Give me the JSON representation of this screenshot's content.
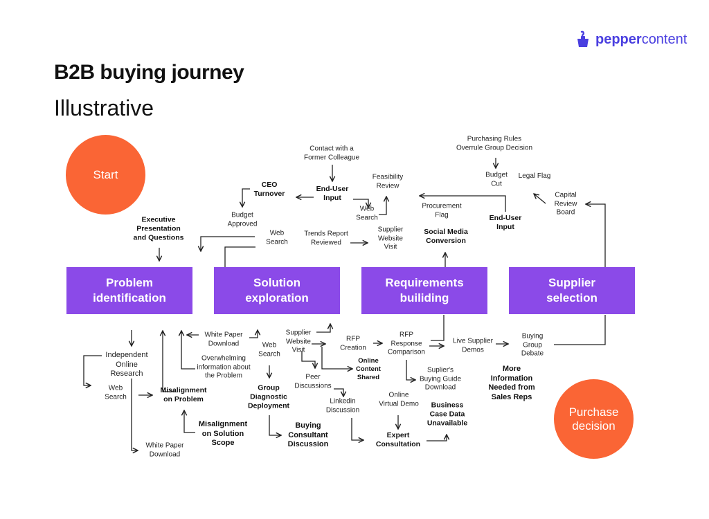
{
  "brand": {
    "name_part1": "pepper",
    "name_part2": "content",
    "color": "#4a3fe0"
  },
  "title": "B2B buying journey",
  "subtitle": "Illustrative",
  "colors": {
    "stage_box": "#8b4ae8",
    "circle": "#fa6535"
  },
  "circles": {
    "start": "Start",
    "end": "Purchase\ndecision"
  },
  "stages": [
    "Problem\nidentification",
    "Solution\nexploration",
    "Requirements\nbuiliding",
    "Supplier\nselection"
  ],
  "labels": {
    "contact": "Contact with a\nFormer Colleague",
    "ceo": "CEO\nTurnover",
    "enduser1": "End-User\nInput",
    "feasibility": "Feasibility\nReview",
    "websearch1": "Web\nSearch",
    "budget_approved": "Budget\nApproved",
    "exec": "Executive\nPresentation\nand Questions",
    "websearch2": "Web\nSearch",
    "trends": "Trends Report\nReviewed",
    "supplier_web1": "Supplier\nWebsite\nVisit",
    "social": "Social Media\nConversion",
    "procurement": "Procurement\nFlag",
    "purchasing_rules": "Purchasing Rules\nOverrule Group Decision",
    "budget_cut": "Budget\nCut",
    "legal": "Legal Flag",
    "enduser2": "End-User\nInput",
    "capital": "Capital\nReview\nBoard",
    "independent": "Independent\nOnline\nResearch",
    "websearch3": "Web\nSearch",
    "white_paper2": "White Paper\nDownload",
    "misalign_problem": "Misalignment\non Problem",
    "white_paper1": "White Paper\nDownload",
    "overwhelming": "Overwhelming\ninformation about\nthe Problem",
    "misalign_scope": "Misalignment\non Solution\nScope",
    "websearch4": "Web\nSearch",
    "group_diag": "Group\nDiagnostic\nDeployment",
    "buying_consult": "Buying\nConsultant\nDiscussion",
    "supplier_web2": "Supplier\nWebsite\nVisit",
    "peer": "Peer\nDiscussions",
    "linkedin": "Linkedin\nDiscussion",
    "online_content": "Online\nContent\nShared",
    "rfp_creation": "RFP\nCreation",
    "rfp_response": "RFP\nResponse\nComparison",
    "supliers_guide": "Suplier's\nBuying Guide\nDownload",
    "online_demo": "Online\nVirtual Demo",
    "expert": "Expert\nConsultation",
    "business_case": "Business\nCase Data\nUnavailable",
    "live_demos": "Live Supplier\nDemos",
    "buying_group": "Buying\nGroup\nDebate",
    "more_info": "More\nInformation\nNeeded from\nSales Reps"
  }
}
